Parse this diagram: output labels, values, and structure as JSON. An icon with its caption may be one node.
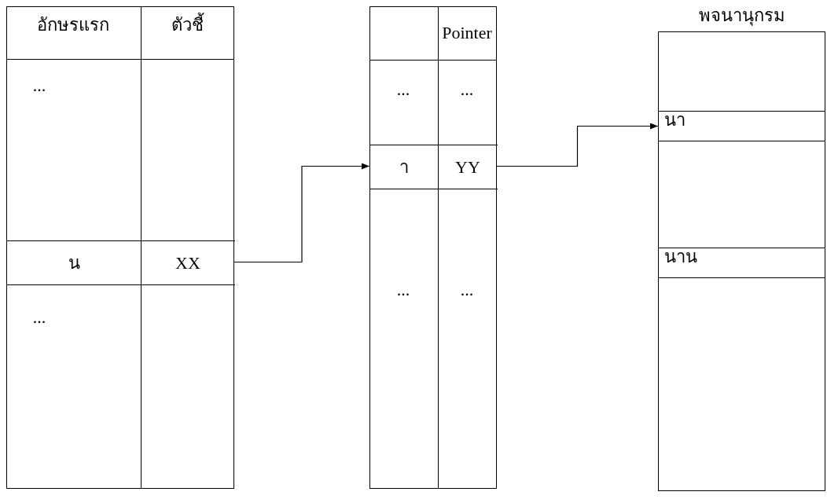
{
  "diagram": {
    "nodes": [
      {
        "text": [],
        "shape": "box"
      },
      {
        "text": [
          "น",
          "XX"
        ],
        "in": 0
      },
      {
        "text": [],
        "shape": "box"
      },
      {
        "text": [
          "า",
          "YY"
        ],
        "in": 2
      },
      {
        "text": [
          "พจนานุกรม"
        ]
      },
      {
        "text": [
          "นา"
        ],
        "in": 4
      },
      {
        "text": [
          "นาน"
        ],
        "in": 4
      }
    ],
    "edges": [
      {
        "from": 1,
        "to": 3,
        "arrow": "to"
      },
      {
        "from": 3,
        "to": 5,
        "arrow": "to"
      }
    ],
    "labels": [
      "อักษรแรก",
      "ตัวชี้",
      "...",
      "...",
      "Pointer",
      "...",
      "...",
      "...",
      "..."
    ]
  }
}
